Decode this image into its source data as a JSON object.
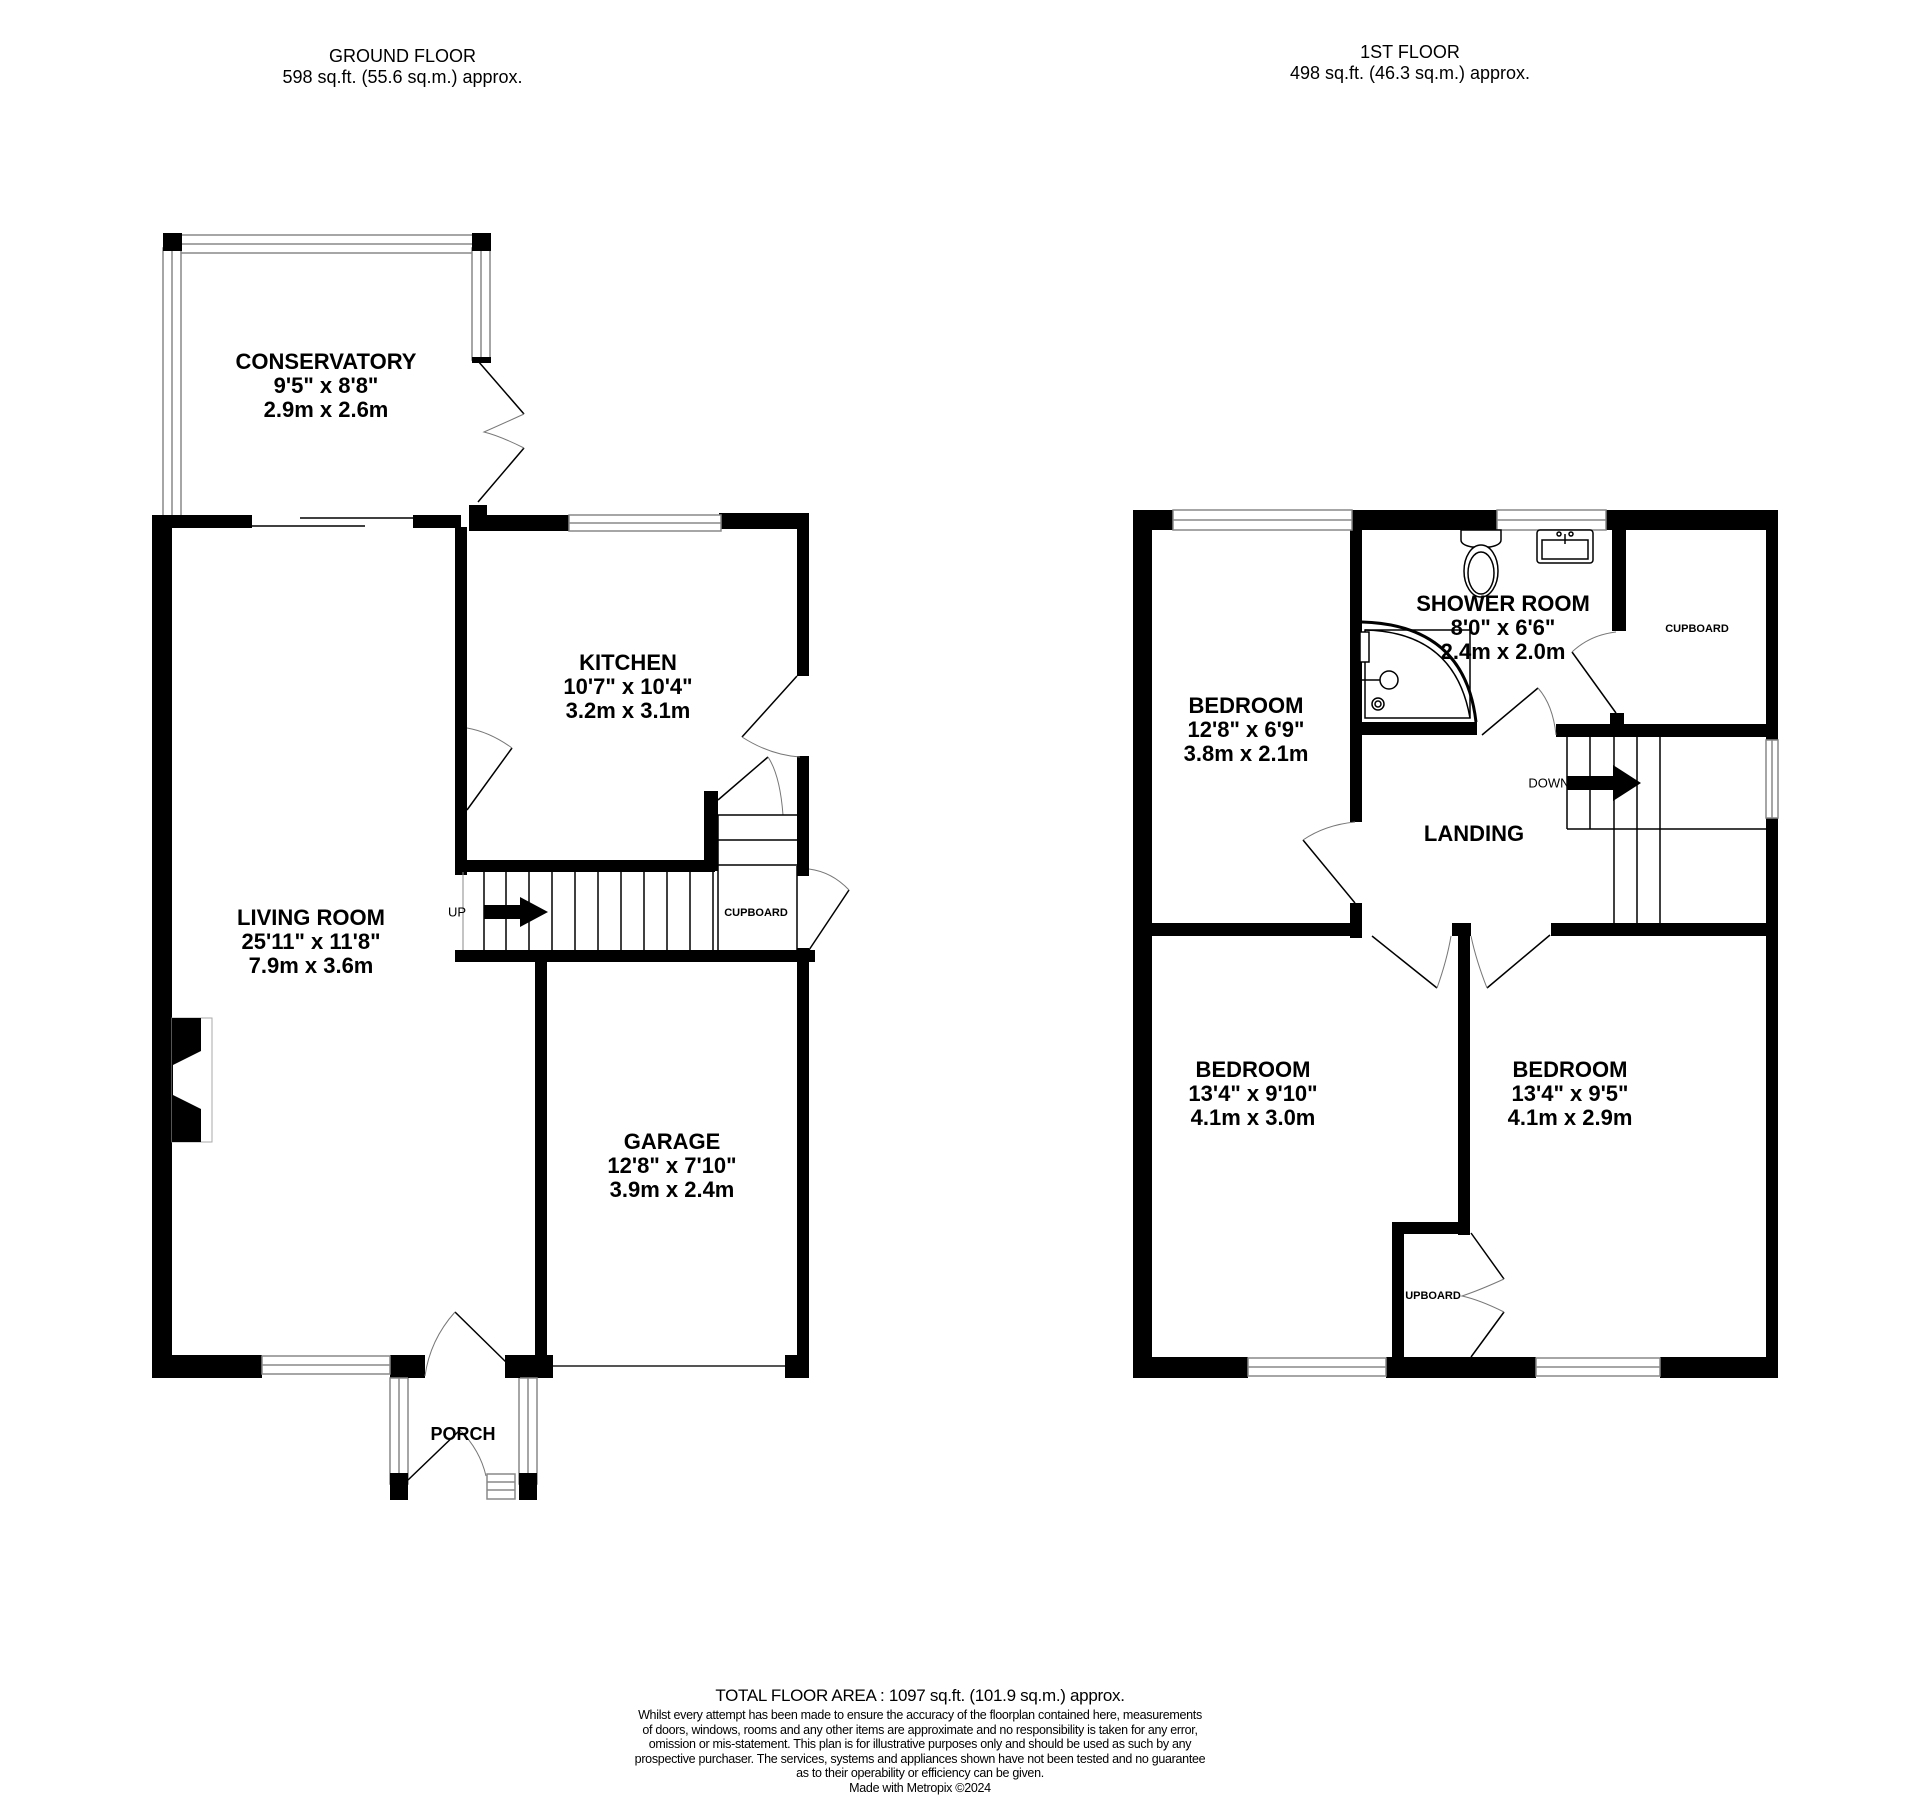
{
  "ground_floor": {
    "title": "GROUND FLOOR",
    "area": "598 sq.ft. (55.6 sq.m.) approx.",
    "rooms": {
      "conservatory": {
        "name": "CONSERVATORY",
        "dim_imperial": "9'5\"  x 8'8\"",
        "dim_metric": "2.9m  x 2.6m"
      },
      "kitchen": {
        "name": "KITCHEN",
        "dim_imperial": "10'7\"  x 10'4\"",
        "dim_metric": "3.2m  x 3.1m"
      },
      "living_room": {
        "name": "LIVING ROOM",
        "dim_imperial": "25'11\"  x 11'8\"",
        "dim_metric": "7.9m  x 3.6m"
      },
      "garage": {
        "name": "GARAGE",
        "dim_imperial": "12'8\"  x 7'10\"",
        "dim_metric": "3.9m  x 2.4m"
      },
      "porch": {
        "name": "PORCH"
      },
      "cupboard": {
        "name": "CUPBOARD"
      }
    },
    "stairs_label": "UP"
  },
  "first_floor": {
    "title": "1ST FLOOR",
    "area": "498 sq.ft. (46.3 sq.m.) approx.",
    "rooms": {
      "shower_room": {
        "name": "SHOWER ROOM",
        "dim_imperial": "8'0\"  x 6'6\"",
        "dim_metric": "2.4m  x 2.0m"
      },
      "bedroom_small": {
        "name": "BEDROOM",
        "dim_imperial": "12'8\"  x 6'9\"",
        "dim_metric": "3.8m  x 2.1m"
      },
      "landing": {
        "name": "LANDING"
      },
      "cupboard_top": {
        "name": "CUPBOARD"
      },
      "bedroom_left": {
        "name": "BEDROOM",
        "dim_imperial": "13'4\"  x 9'10\"",
        "dim_metric": "4.1m  x 3.0m"
      },
      "bedroom_right": {
        "name": "BEDROOM",
        "dim_imperial": "13'4\"  x 9'5\"",
        "dim_metric": "4.1m  x 2.9m"
      },
      "cupboard_bottom": {
        "name": "UPBOARD"
      }
    },
    "stairs_label": "DOWN"
  },
  "footer": {
    "total": "TOTAL FLOOR AREA : 1097 sq.ft. (101.9 sq.m.) approx.",
    "disclaimer": [
      "Whilst every attempt has been made to ensure the accuracy of the floorplan contained here, measurements",
      "of doors, windows, rooms and any other items are approximate and no responsibility is taken for any error,",
      "omission or mis-statement. This plan is for illustrative purposes only and should be used as such by any",
      "prospective purchaser. The services, systems and appliances shown have not been tested and no guarantee",
      "as to their operability or efficiency can be given."
    ],
    "credit": "Made with Metropix ©2024"
  },
  "colors": {
    "wall": "#000000",
    "window": "#888888",
    "background": "#ffffff"
  }
}
